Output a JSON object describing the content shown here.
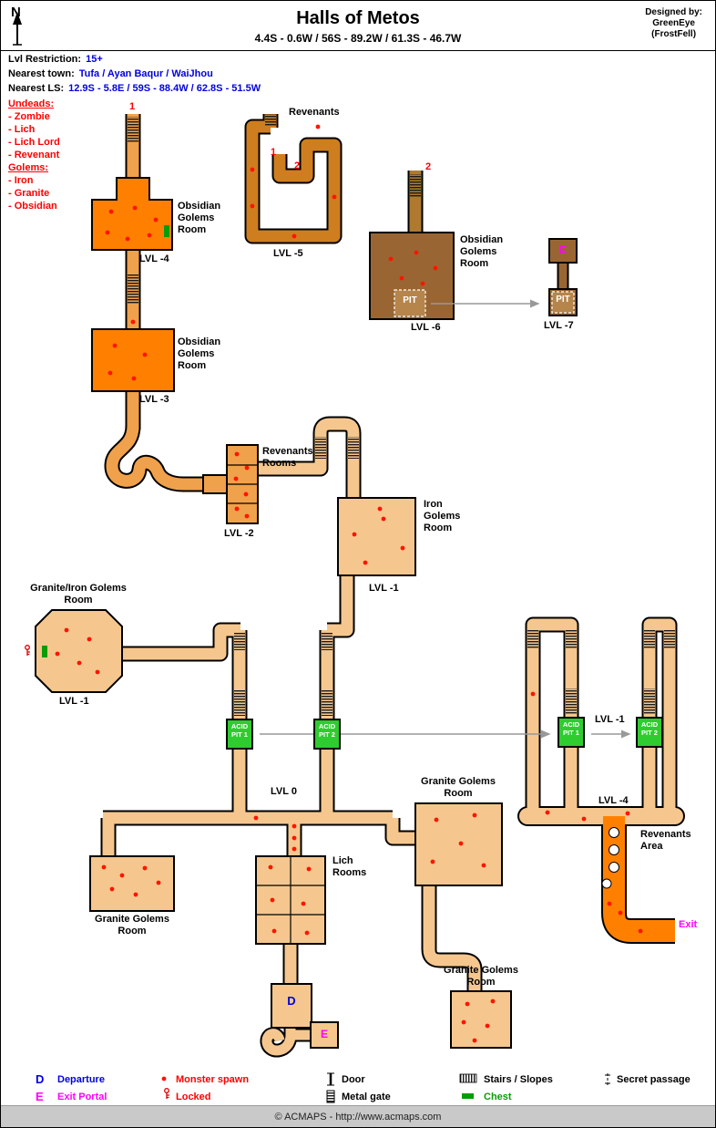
{
  "header": {
    "north": "N",
    "title": "Halls of Metos",
    "coords": "4.4S - 0.6W / 56S - 89.2W / 61.3S - 46.7W",
    "designed_by": "Designed by:",
    "designer": "GreenEye",
    "designer_server": "(FrostFell)"
  },
  "info": {
    "lvl_restriction_label": "Lvl Restriction:",
    "lvl_restriction_value": "15+",
    "nearest_town_label": "Nearest town:",
    "nearest_town_value": "Tufa / Ayan Baqur / WaiJhou",
    "nearest_ls_label": "Nearest LS:",
    "nearest_ls_value": "12.9S - 5.8E / 59S - 88.4W / 62.8S - 51.5W"
  },
  "monsters": {
    "undeads_title": "Undeads:",
    "undeads": [
      "- Zombie",
      "- Lich",
      "- Lich Lord",
      "- Revenant"
    ],
    "golems_title": "Golems:",
    "golems": [
      "- Iron",
      "- Granite",
      "- Obsidian"
    ]
  },
  "map": {
    "markers": {
      "one_lvl4": "1",
      "one_lvl5": "1",
      "two_lvl5": "2",
      "two_lvl6": "2"
    },
    "labels": {
      "revenants_lvl5": "Revenants",
      "lvl5": "LVL -5",
      "obsidian_lvl4": "Obsidian\nGolems\nRoom",
      "lvl4": "LVL -4",
      "obsidian_lvl3": "Obsidian\nGolems\nRoom",
      "lvl3": "LVL -3",
      "obsidian_lvl6": "Obsidian\nGolems\nRoom",
      "lvl6": "LVL -6",
      "pit_lvl6": "PIT",
      "exit_lvl7": "E",
      "pit_lvl7": "PIT",
      "lvl7": "LVL -7",
      "revenants_rooms": "Revenants\nRooms",
      "lvl2": "LVL -2",
      "iron_golems": "Iron\nGolems\nRoom",
      "lvl1_iron": "LVL -1",
      "granite_iron": "Granite/Iron Golems\nRoom",
      "lvl1_left": "LVL -1",
      "acid_pit1_mid": "ACID\nPIT 1",
      "acid_pit2_mid": "ACID\nPIT 2",
      "lvl0": "LVL 0",
      "granite_bl": "Granite Golems\nRoom",
      "lich_rooms": "Lich\nRooms",
      "granite_mid": "Granite Golems\nRoom",
      "granite_br": "Granite Golems\nRoom",
      "lvl1_right": "LVL -1",
      "acid_pit1_right": "ACID\nPIT 1",
      "acid_pit2_right": "ACID\nPIT 2",
      "lvl4_right": "LVL -4",
      "revenants_area": "Revenants\nArea",
      "exit": "Exit",
      "departure": "D",
      "exit_portal": "E"
    }
  },
  "legend": {
    "d_symbol": "D",
    "d_label": "Departure",
    "e_symbol": "E",
    "e_label": "Exit Portal",
    "monster_spawn": "Monster spawn",
    "locked": "Locked",
    "door": "Door",
    "metal_gate": "Metal gate",
    "stairs": "Stairs / Slopes",
    "chest": "Chest",
    "secret_passage": "Secret passage"
  },
  "footer": "© ACMAPS - http://www.acmaps.com",
  "colors": {
    "room_orange": "#FF8000",
    "corridor_orange": "#F0A14B",
    "spiral_brown": "#CE7E1E",
    "room_brown": "#996633",
    "pit_brown": "#B5854B",
    "room_tan": "#F5C78E",
    "acid_green": "#2FCC2F",
    "chest_green": "#089C08",
    "departure_blue": "#0000E0",
    "portal_magenta": "#FF00FF",
    "marker_red": "#FF0000"
  }
}
